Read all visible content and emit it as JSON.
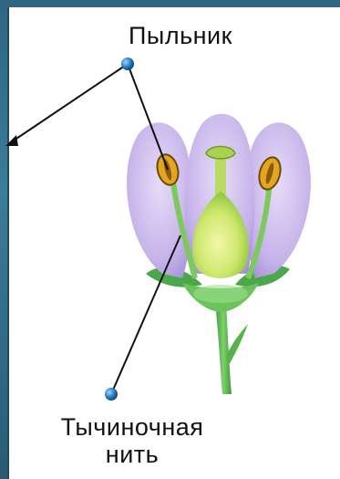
{
  "labels": {
    "anther": "Пыльник",
    "filament_line1": "Тычиночная",
    "filament_line2": "нить"
  },
  "colors": {
    "background_frame": "#2f6582",
    "panel": "#ffffff",
    "petal": "#c9b8ea",
    "petal_shade": "#a993d9",
    "anther": "#e3a61c",
    "stem_green": "#5cb85c",
    "pistil": "#d6ee7e",
    "pointer_dot": "#2b7fc4",
    "line": "#111111"
  },
  "icons": [
    "pointer-dot",
    "arrow-head"
  ]
}
